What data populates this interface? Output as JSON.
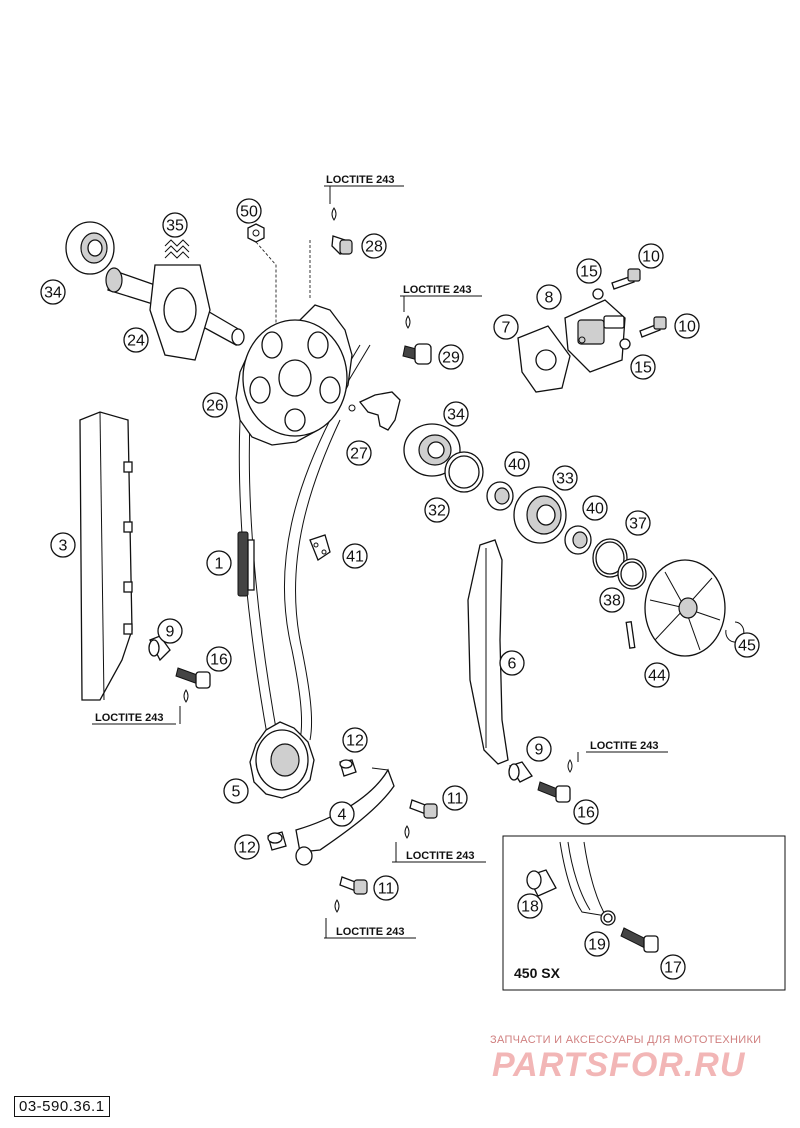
{
  "document_number": "03-590.36.1",
  "variant_label": "450 SX",
  "loctite_label": "LOCTITE 243",
  "watermark": {
    "tagline": "ЗАПЧАСТИ И АКСЕССУАРЫ ДЛЯ МОТОТЕХНИКИ",
    "brand": "PARTSFOR.RU"
  },
  "callouts": [
    {
      "key": "c50",
      "label": "50"
    },
    {
      "key": "c35",
      "label": "35"
    },
    {
      "key": "c34a",
      "label": "34"
    },
    {
      "key": "c24",
      "label": "24"
    },
    {
      "key": "c28",
      "label": "28"
    },
    {
      "key": "c29",
      "label": "29"
    },
    {
      "key": "c26",
      "label": "26"
    },
    {
      "key": "c27",
      "label": "27"
    },
    {
      "key": "c34b",
      "label": "34"
    },
    {
      "key": "c10a",
      "label": "10"
    },
    {
      "key": "c15a",
      "label": "15"
    },
    {
      "key": "c8",
      "label": "8"
    },
    {
      "key": "c7",
      "label": "7"
    },
    {
      "key": "c10b",
      "label": "10"
    },
    {
      "key": "c15b",
      "label": "15"
    },
    {
      "key": "c40a",
      "label": "40"
    },
    {
      "key": "c33",
      "label": "33"
    },
    {
      "key": "c32",
      "label": "32"
    },
    {
      "key": "c40b",
      "label": "40"
    },
    {
      "key": "c37",
      "label": "37"
    },
    {
      "key": "c38",
      "label": "38"
    },
    {
      "key": "c3",
      "label": "3"
    },
    {
      "key": "c1",
      "label": "1"
    },
    {
      "key": "c41",
      "label": "41"
    },
    {
      "key": "c6",
      "label": "6"
    },
    {
      "key": "c45",
      "label": "45"
    },
    {
      "key": "c44",
      "label": "44"
    },
    {
      "key": "c9a",
      "label": "9"
    },
    {
      "key": "c16a",
      "label": "16"
    },
    {
      "key": "c12a",
      "label": "12"
    },
    {
      "key": "c5",
      "label": "5"
    },
    {
      "key": "c4",
      "label": "4"
    },
    {
      "key": "c11a",
      "label": "11"
    },
    {
      "key": "c12b",
      "label": "12"
    },
    {
      "key": "c11b",
      "label": "11"
    },
    {
      "key": "c9b",
      "label": "9"
    },
    {
      "key": "c16b",
      "label": "16"
    },
    {
      "key": "c18",
      "label": "18"
    },
    {
      "key": "c19",
      "label": "19"
    },
    {
      "key": "c17",
      "label": "17"
    }
  ]
}
